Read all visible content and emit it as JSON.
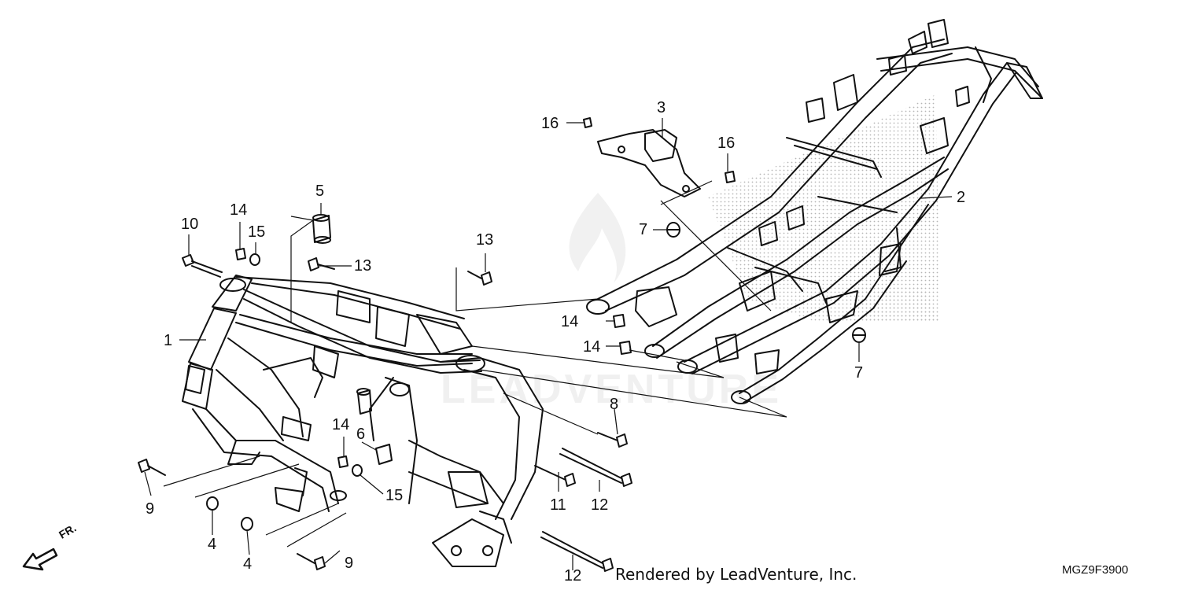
{
  "diagram": {
    "title": "",
    "callouts": [
      "1",
      "2",
      "3",
      "4",
      "4",
      "5",
      "6",
      "7",
      "7",
      "8",
      "9",
      "9",
      "10",
      "11",
      "12",
      "12",
      "13",
      "13",
      "14",
      "14",
      "14",
      "14",
      "15",
      "15",
      "16",
      "16"
    ],
    "direction_indicator": "FR.",
    "footer_credit": "Rendered by LeadVenture, Inc.",
    "part_code": "MGZ9F3900"
  },
  "colors": {
    "line": "#111111",
    "background": "#ffffff",
    "shading": "#b5b5b5"
  }
}
